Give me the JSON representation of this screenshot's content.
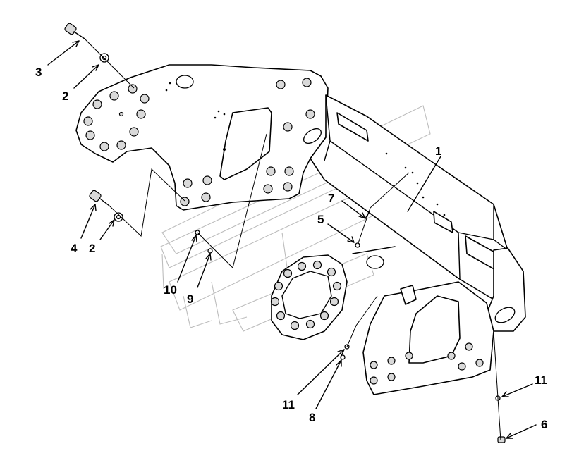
{
  "callouts": [
    {
      "id": "c3",
      "label": "3"
    },
    {
      "id": "c2a",
      "label": "2"
    },
    {
      "id": "c4",
      "label": "4"
    },
    {
      "id": "c2b",
      "label": "2"
    },
    {
      "id": "c10",
      "label": "10"
    },
    {
      "id": "c9",
      "label": "9"
    },
    {
      "id": "c7",
      "label": "7"
    },
    {
      "id": "c5",
      "label": "5"
    },
    {
      "id": "c1",
      "label": "1"
    },
    {
      "id": "c11a",
      "label": "11"
    },
    {
      "id": "c8",
      "label": "8"
    },
    {
      "id": "c11b",
      "label": "11"
    },
    {
      "id": "c6",
      "label": "6"
    }
  ],
  "colors": {
    "line": "#000000",
    "watermark": "#bdbdbd",
    "background": "#ffffff"
  }
}
